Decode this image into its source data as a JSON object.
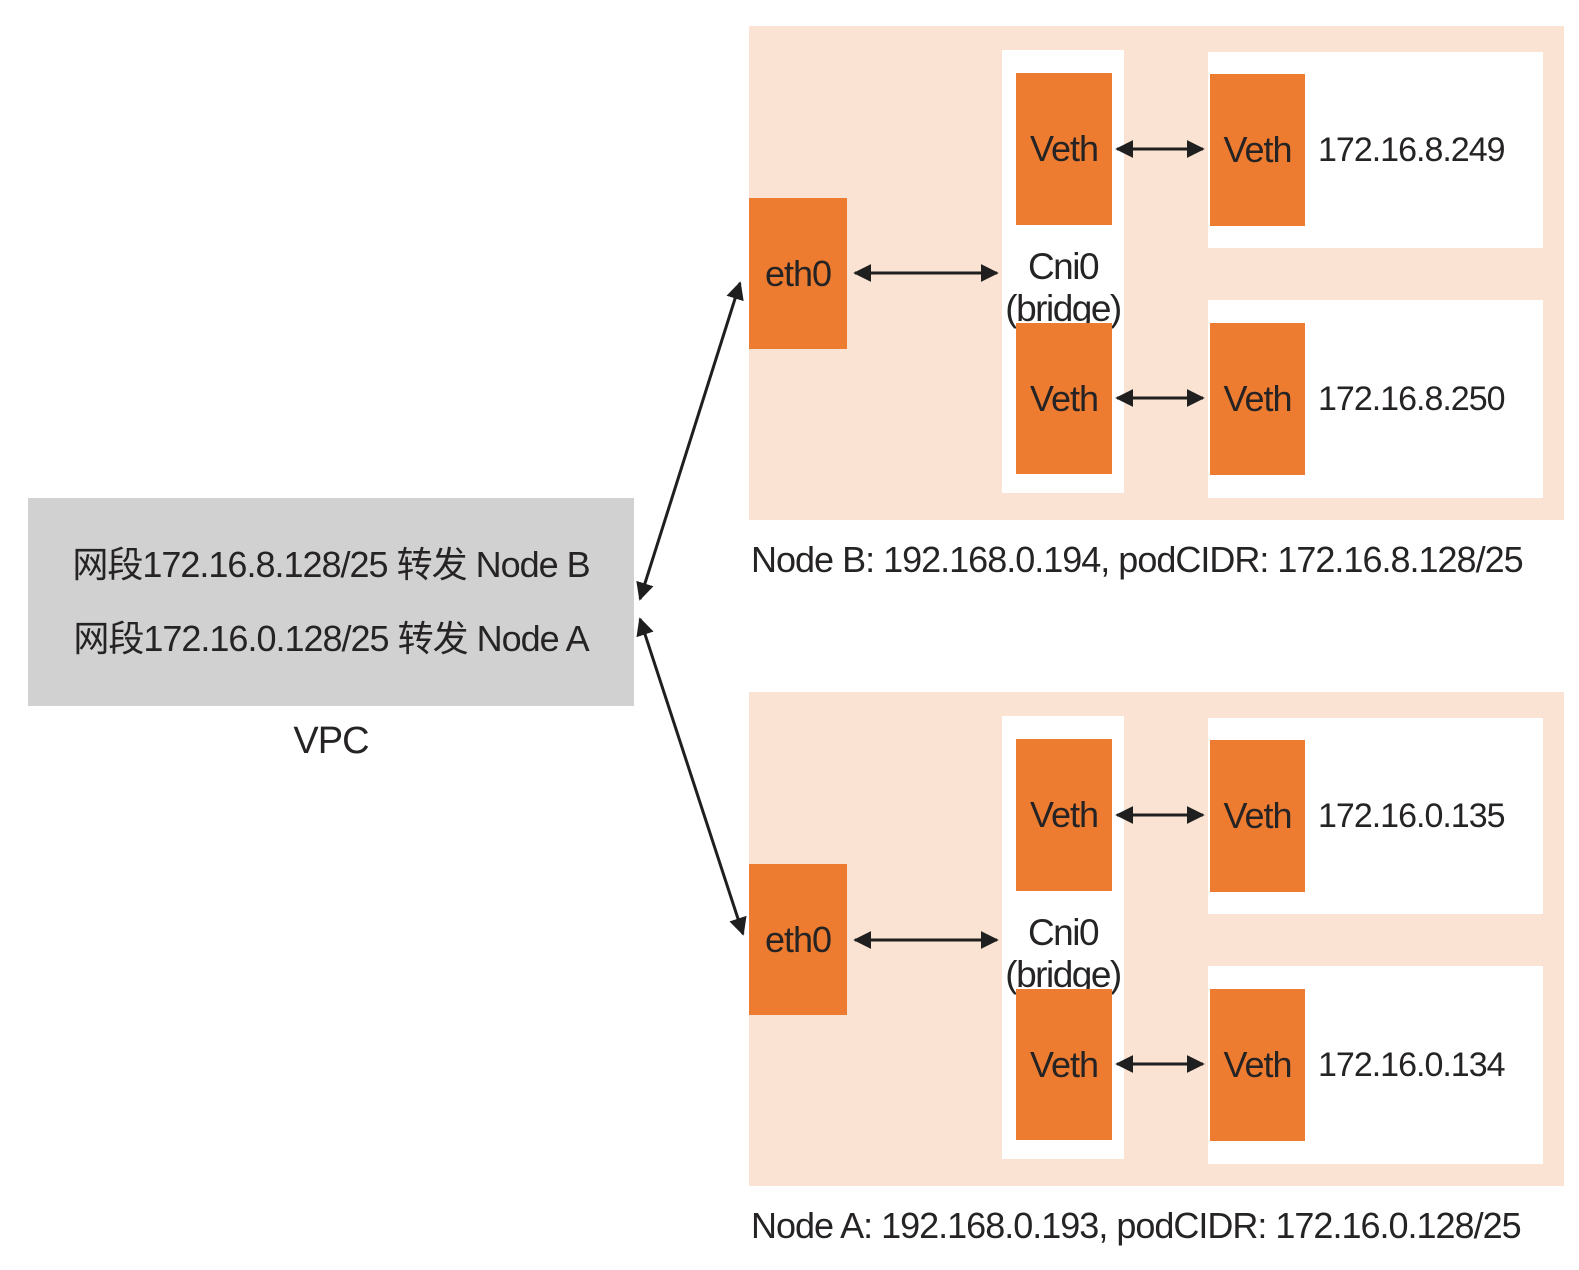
{
  "colors": {
    "orange": "#ee7c30",
    "node_bg": "#fae3d2",
    "vpc_bg": "#d1d1d1",
    "text": "#262324",
    "arrow": "#1f1f1f"
  },
  "vpc": {
    "routes": [
      "网段172.16.8.128/25 转发 Node B",
      "网段172.16.0.128/25 转发 Node A"
    ],
    "label": "VPC"
  },
  "nodes": [
    {
      "id": "node-b",
      "caption": "Node B: 192.168.0.194, podCIDR: 172.16.8.128/25",
      "eth0": "eth0",
      "bridge": {
        "name": "Cni0",
        "type": "(bridge)",
        "veths": [
          "Veth",
          "Veth"
        ]
      },
      "pods": [
        {
          "veth": "Veth",
          "ip": "172.16.8.249"
        },
        {
          "veth": "Veth",
          "ip": "172.16.8.250"
        }
      ]
    },
    {
      "id": "node-a",
      "caption": "Node A: 192.168.0.193, podCIDR: 172.16.0.128/25",
      "eth0": "eth0",
      "bridge": {
        "name": "Cni0",
        "type": "(bridge)",
        "veths": [
          "Veth",
          "Veth"
        ]
      },
      "pods": [
        {
          "veth": "Veth",
          "ip": "172.16.0.135"
        },
        {
          "veth": "Veth",
          "ip": "172.16.0.134"
        }
      ]
    }
  ]
}
